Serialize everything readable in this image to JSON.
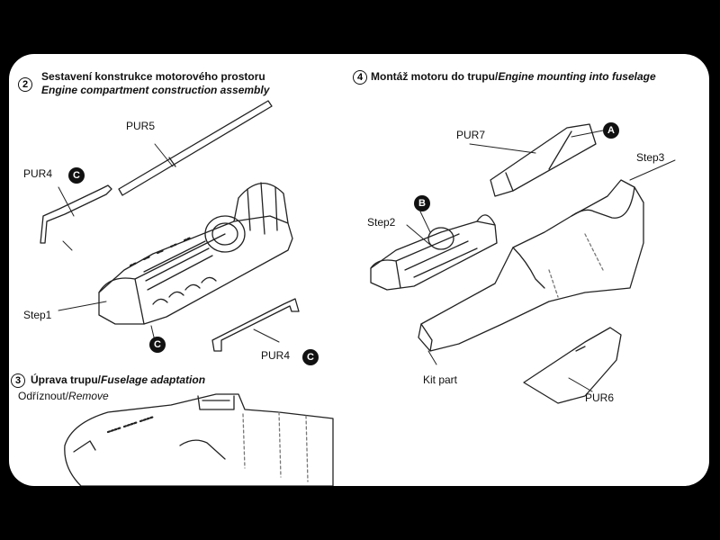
{
  "step2": {
    "number": "2",
    "title_cz": "Sestavení konstrukce motorového prostoru",
    "title_en": "Engine compartment construction assembly"
  },
  "step3": {
    "number": "3",
    "title_cz": "Úprava trupu/",
    "title_en": "Fuselage adaptation",
    "remove_cz": "Odříznout/",
    "remove_en": "Remove"
  },
  "step4": {
    "number": "4",
    "title_cz": "Montáž motoru do trupu/",
    "title_en": "Engine mounting into fuselage"
  },
  "labels": {
    "pur5": "PUR5",
    "pur4_top": "PUR4",
    "pur4_bottom": "PUR4",
    "step1": "Step1",
    "pur7": "PUR7",
    "step3": "Step3",
    "step2": "Step2",
    "kit_part": "Kit part",
    "pur6": "PUR6"
  },
  "badges": {
    "c_top": "C",
    "c_mid": "C",
    "c_bottom": "C",
    "a": "A",
    "b": "B"
  }
}
